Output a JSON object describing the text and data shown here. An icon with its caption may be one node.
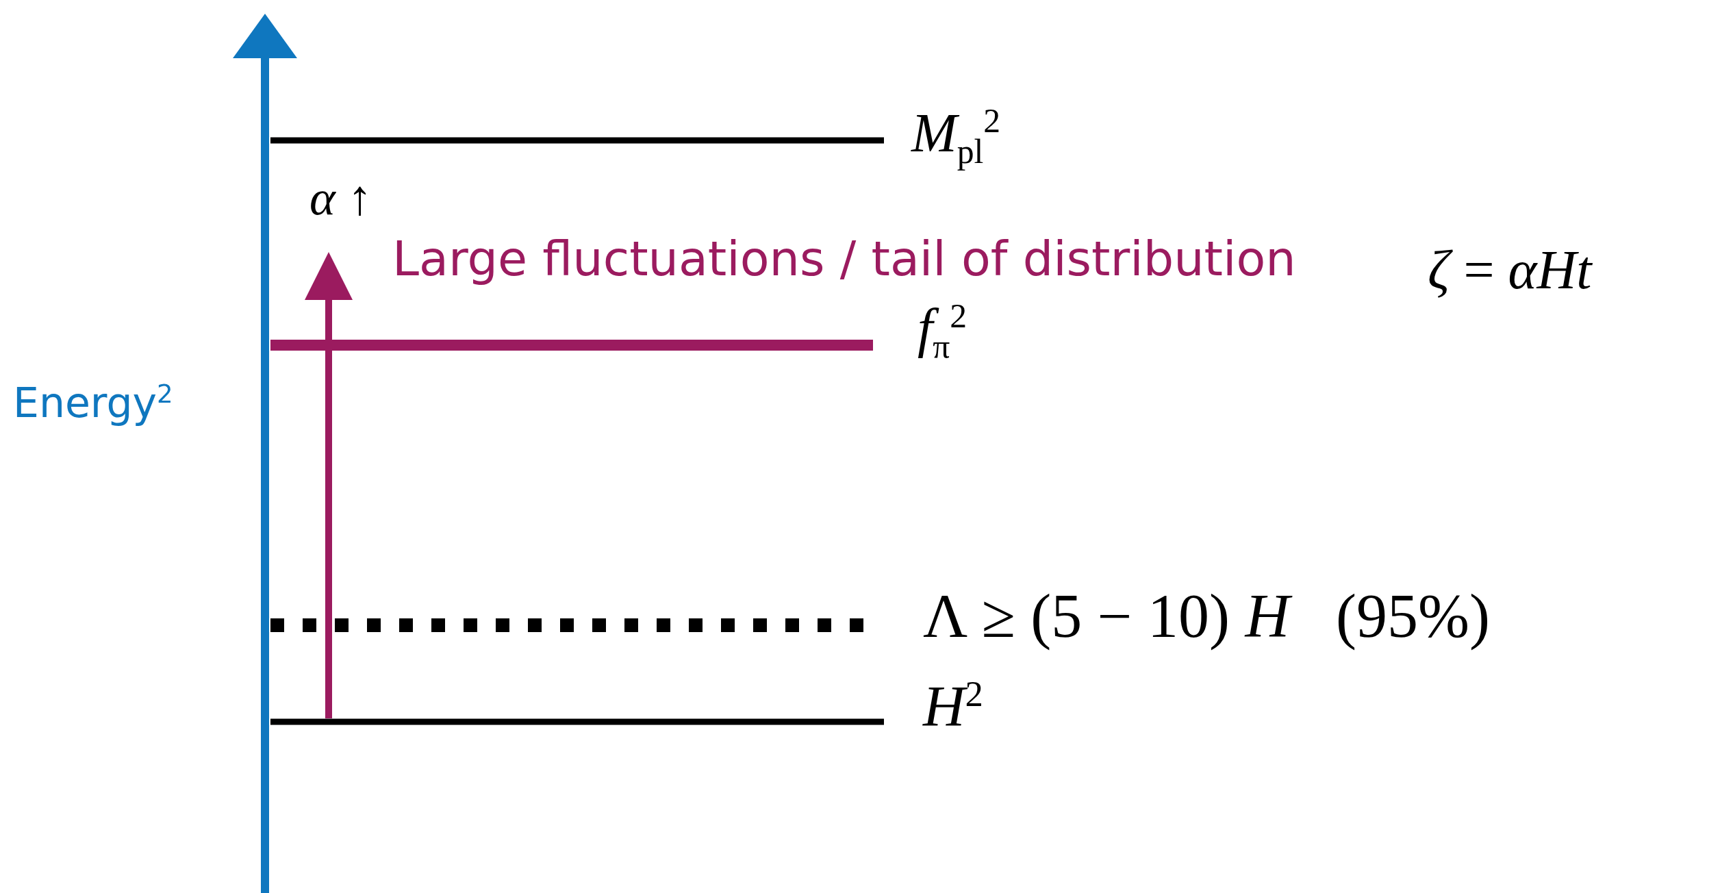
{
  "diagram": {
    "labels": [
      "Energy$^{2}$",
      "*M*$_{pl}$$^{2}$",
      "*α* ↑",
      "Large fluctuations / tail of distribution",
      "*ζ* = *αHt*",
      "*f*$_{π}$$^{2}$",
      "Λ ≥ (5 − 10) *H*   (95%)",
      "*H*$^{2}$"
    ]
  }
}
